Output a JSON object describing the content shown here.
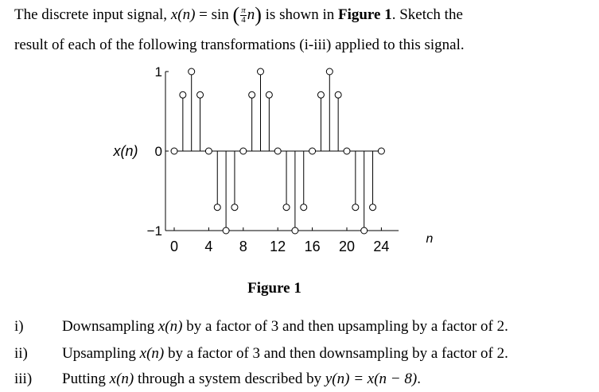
{
  "intro": {
    "part1": "The discrete input signal, ",
    "x_n": "x(n)",
    "equals": " = sin ",
    "frac_num": "π",
    "frac_den": "4",
    "n": "n",
    "part2": " is shown in ",
    "figure_ref": "Figure 1",
    "part3": ". Sketch the",
    "line2": "result of each of the following transformations (i-iii) applied to this signal."
  },
  "chart_data": {
    "type": "stem",
    "ylabel": "x(n)",
    "xlabel": "n",
    "xticks": [
      0,
      4,
      8,
      12,
      16,
      20,
      24
    ],
    "xtick_labels": [
      "0",
      "4",
      "8",
      "12",
      "16",
      "20",
      "24"
    ],
    "yticks": [
      -1,
      0,
      1
    ],
    "ytick_labels": [
      "−1",
      "0",
      "1"
    ],
    "xlim": [
      0,
      26
    ],
    "ylim": [
      -1,
      1
    ],
    "n": [
      0,
      1,
      2,
      3,
      4,
      5,
      6,
      7,
      8,
      9,
      10,
      11,
      12,
      13,
      14,
      15,
      16,
      17,
      18,
      19,
      20,
      21,
      22,
      23,
      24
    ],
    "values": [
      0,
      0.7071,
      1,
      0.7071,
      0,
      -0.7071,
      -1,
      -0.7071,
      0,
      0.7071,
      1,
      0.7071,
      0,
      -0.7071,
      -1,
      -0.7071,
      0,
      0.7071,
      1,
      0.7071,
      0,
      -0.7071,
      -1,
      -0.7071,
      0
    ]
  },
  "caption": "Figure 1",
  "items": [
    {
      "label": "i)",
      "text_a": "Downsampling ",
      "math": "x(n)",
      "text_b": " by a factor of 3 and then upsampling by a factor of 2."
    },
    {
      "label": "ii)",
      "text_a": "Upsampling ",
      "math": "x(n)",
      "text_b": " by a factor of 3 and then downsampling by a factor of 2."
    },
    {
      "label": "iii)",
      "text_a": "Putting ",
      "math": "x(n)",
      "text_b": " through a system described by ",
      "math2": "y(n) = x(n − 8)",
      "text_c": "."
    }
  ]
}
